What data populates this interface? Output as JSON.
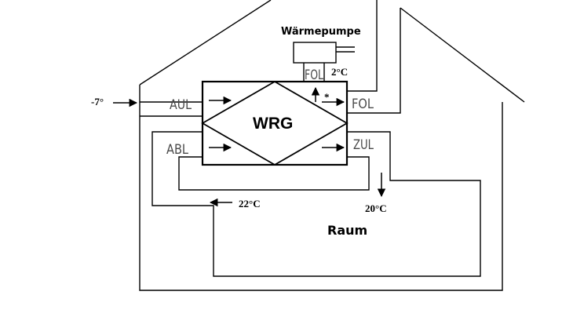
{
  "labels": {
    "heat_pump": "Wärmepumpe",
    "exchanger": "WRG",
    "outdoor_air": "AUL",
    "exhaust_air_out": "FOL",
    "exhaust_air_pump": "FOL",
    "extract_air": "ABL",
    "supply_air": "ZUL",
    "room": "Raum",
    "star": "*"
  },
  "temperatures": {
    "outdoor": "-7°",
    "after_pump": "2°C",
    "room_extract": "22°C",
    "supply": "20°C"
  },
  "colors": {
    "line": "#000000",
    "duct_label": "#4a4a4a"
  }
}
